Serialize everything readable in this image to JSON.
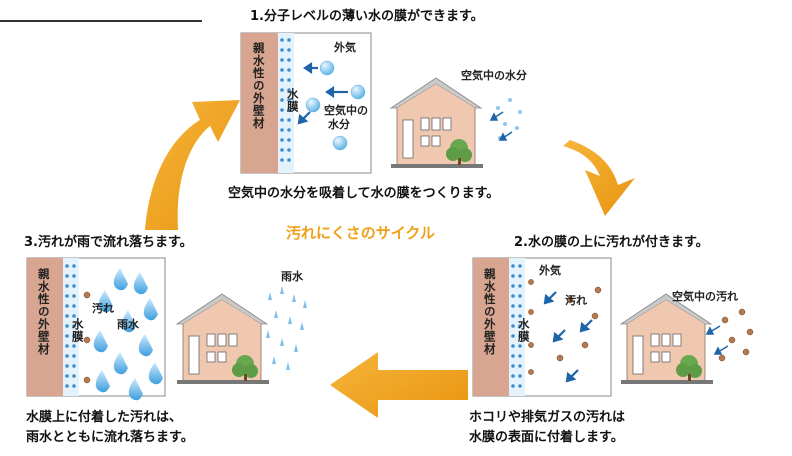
{
  "steps": {
    "step1": {
      "title": "1.分子レベルの薄い水の膜ができます。",
      "caption": "空気中の水分を吸着して水の膜をつくります。",
      "wall_label": "親水性の外壁材",
      "membrane_label": "水膜",
      "outside_label": "外気",
      "moisture_label": "空気中の水分",
      "air_moisture_label": "空気中の水分",
      "air_moisture_line1": "空気中の",
      "air_moisture_line2": "水分"
    },
    "step2": {
      "title": "2.水の膜の上に汚れが付きます。",
      "caption_line1": "ホコリや排気ガスの汚れは",
      "caption_line2": "水膜の表面に付着します。",
      "wall_label": "親水性の外壁材",
      "membrane_label": "水膜",
      "outside_label": "外気",
      "dirt_label": "汚れ",
      "air_dirt_label": "空気中の汚れ"
    },
    "step3": {
      "title": "3.汚れが雨で流れ落ちます。",
      "caption_line1": "水膜上に付着した汚れは、",
      "caption_line2": "雨水とともに流れ落ちます。",
      "wall_label": "親水性の外壁材",
      "membrane_label": "水膜",
      "dirt_label": "汚れ",
      "rain_label": "雨水",
      "outside_rain_label": "雨水"
    }
  },
  "cycle_title": "汚れにくさのサイクル",
  "colors": {
    "wall": "#d8a690",
    "membrane": "#3b8fd0",
    "arrow": "#f0a018",
    "title": "#f0a018",
    "water_drop": "#5aaee0",
    "dirt": "#b57a50",
    "house_wall": "#f0c8b0",
    "house_roof": "#c9c9c9"
  }
}
